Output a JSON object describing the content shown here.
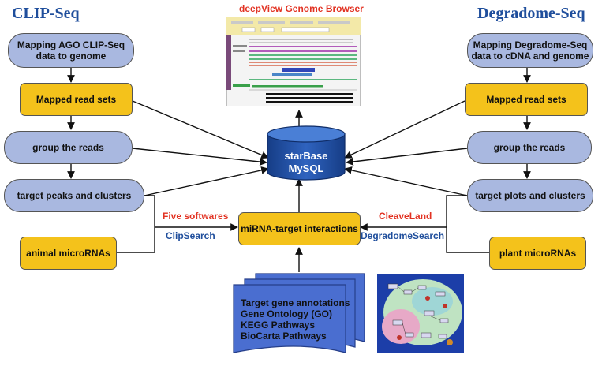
{
  "titles": {
    "clip": "CLIP-Seq",
    "degradome": "Degradome-Seq",
    "browser": "deepView Genome Browser"
  },
  "left_column": {
    "mapping": [
      "Mapping AGO CLIP-Seq",
      "data to genome"
    ],
    "mapped": "Mapped read sets",
    "group": "group the reads",
    "target": "target peaks and clusters",
    "micro": "animal microRNAs"
  },
  "right_column": {
    "mapping": [
      "Mapping Degradome-Seq",
      "data to cDNA and genome"
    ],
    "mapped": "Mapped read sets",
    "group": "group the reads",
    "target": "target plots and clusters",
    "micro": "plant microRNAs"
  },
  "database": [
    "starBase",
    "MySQL"
  ],
  "center": {
    "interactions": "miRNA-target interactions",
    "left_tool_top": "Five softwares",
    "left_tool_bottom": "ClipSearch",
    "right_tool_top": "CleaveLand",
    "right_tool_bottom": "DegradomeSearch"
  },
  "annotations": [
    "Target gene annotations",
    "Gene Ontology (GO)",
    "KEGG Pathways",
    "BioCarta Pathways"
  ],
  "colors": {
    "oval_fill": "#a9b8e0",
    "yellow_fill": "#f4c21b",
    "database_fill": "#1f4fa0",
    "doc_fill": "#4a6ed0",
    "title_blue": "#1f4e9c",
    "label_red": "#e23222"
  }
}
